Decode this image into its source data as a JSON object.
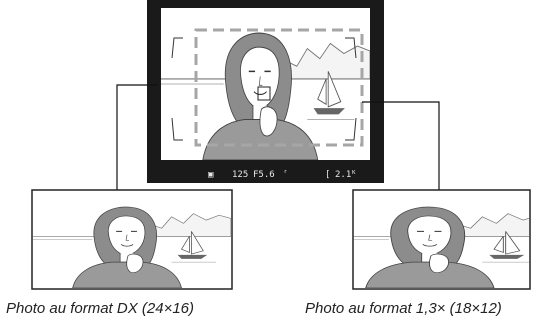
{
  "viewfinder": {
    "info_bar": {
      "metering": "▣",
      "shutter": "125",
      "aperture": "F5.6",
      "mark": "ʳ",
      "bracket": "[",
      "frames": "2.1ᴷ"
    }
  },
  "captions": {
    "dx": "Photo au format DX (24×16)",
    "crop_13": "Photo au format 1,3× (18×12)"
  },
  "colors": {
    "frame": "#1a1a1a",
    "crop_border": "#a6a6a6",
    "callout_line": "#111111"
  }
}
